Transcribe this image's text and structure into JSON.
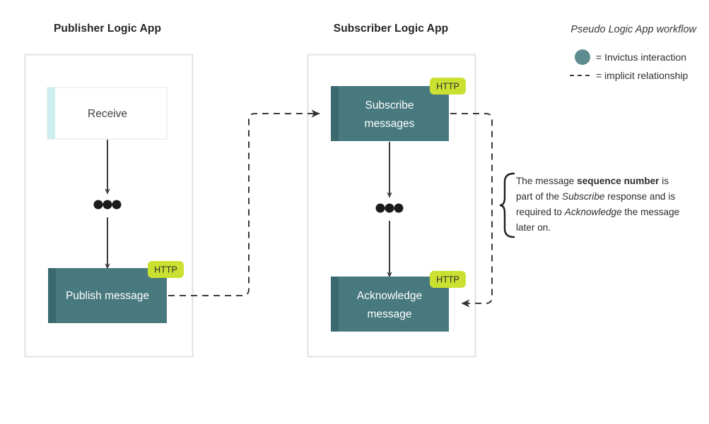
{
  "columns": [
    {
      "title": "Publisher Logic App"
    },
    {
      "title": "Subscriber Logic App"
    }
  ],
  "publisher": {
    "nodes": [
      {
        "label": "Receive",
        "style": "light",
        "badge": null
      },
      {
        "label": "Publish message",
        "style": "teal",
        "badge": "HTTP"
      }
    ],
    "ellipsis": "•••"
  },
  "subscriber": {
    "nodes": [
      {
        "label_line1": "Subscribe",
        "label_line2": "messages",
        "style": "teal",
        "badge": "HTTP"
      },
      {
        "label_line1": "Acknowledge",
        "label_line2": "message",
        "style": "teal",
        "badge": "HTTP"
      }
    ],
    "ellipsis": "•••"
  },
  "legend": {
    "title": "Pseudo Logic App workflow",
    "items": [
      {
        "marker": "circle",
        "text": "= Invictus interaction"
      },
      {
        "marker": "dashed",
        "text": "= implicit relationship"
      }
    ]
  },
  "annotation": {
    "lines": [
      [
        {
          "t": "The message ",
          "s": "normal"
        },
        {
          "t": "sequence number",
          "s": "bold"
        },
        {
          "t": " is",
          "s": "normal"
        }
      ],
      [
        {
          "t": "part of the ",
          "s": "normal"
        },
        {
          "t": "Subscribe",
          "s": "italic"
        },
        {
          "t": " response and is",
          "s": "normal"
        }
      ],
      [
        {
          "t": "required to ",
          "s": "normal"
        },
        {
          "t": "Acknowledge",
          "s": "italic"
        },
        {
          "t": " the message",
          "s": "normal"
        }
      ],
      [
        {
          "t": "later on.",
          "s": "normal"
        }
      ]
    ]
  },
  "colors": {
    "teal_fill": "#47797f",
    "teal_accent": "#3a6a70",
    "light_accent": "#cdeef0",
    "badge": "#cbe132",
    "frame": "#e2e2e2",
    "arrow": "#3c3c3c",
    "legend_circle": "#5d8c90"
  }
}
